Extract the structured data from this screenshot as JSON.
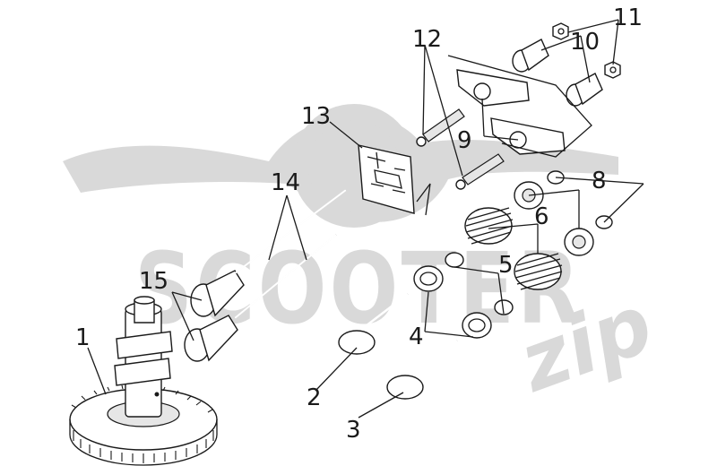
{
  "watermark": {
    "brand": "SCOOTER",
    "suffix": "zip",
    "color": "#d9d9d9"
  },
  "line_color": "#1a1a1a",
  "callouts": [
    "1",
    "2",
    "3",
    "4",
    "5",
    "6",
    "8",
    "9",
    "10",
    "11",
    "12",
    "13",
    "14",
    "15"
  ]
}
